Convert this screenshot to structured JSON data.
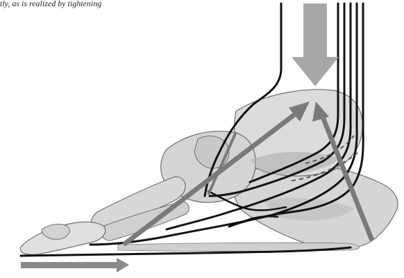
{
  "caption": {
    "text": "tly, as is realized by tightening"
  },
  "colors": {
    "background": "#ffffff",
    "bone_fill": "#d9d9d9",
    "bone_dark": "#9a9a9a",
    "bone_outline": "#6e6e6e",
    "tendon": "#111111",
    "force_arrow": "#7a7a7a",
    "load_arrow": "#a8a8a8",
    "ground_arrow": "#8a8a8a"
  },
  "figure": {
    "subject": "foot-skeleton-lateral-view",
    "arrow_names": [
      "body-weight-arrow",
      "forefoot-force-arrow",
      "heel-force-arrow",
      "ground-reaction-arrow"
    ],
    "tendon_count": 8
  }
}
